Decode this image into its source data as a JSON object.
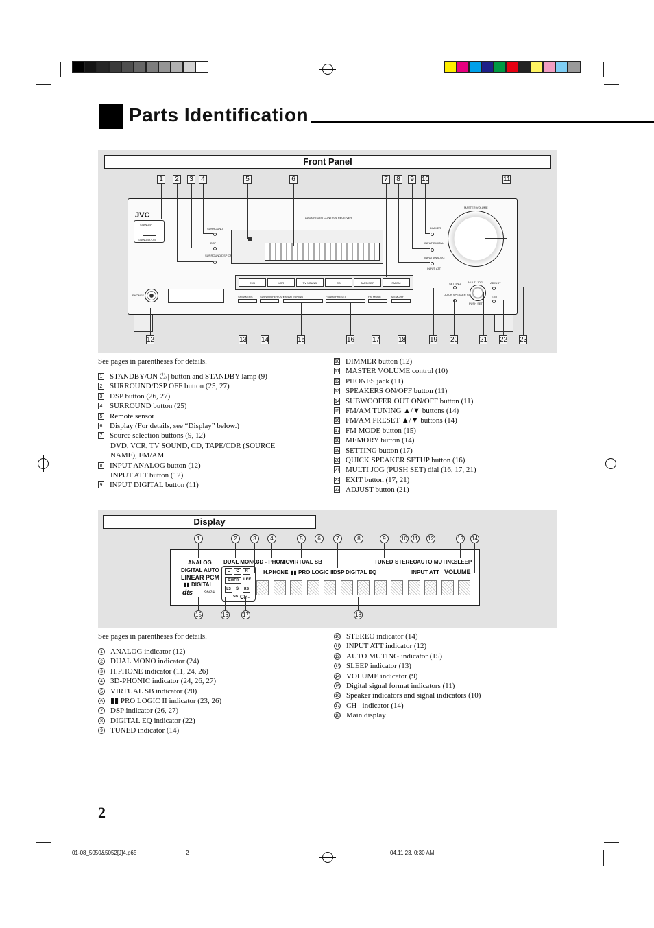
{
  "header": {
    "title": "Parts Identification",
    "page_number": "2"
  },
  "front_panel": {
    "title": "Front Panel",
    "callouts_top": [
      "1",
      "2",
      "3",
      "4",
      "5",
      "6",
      "7",
      "8",
      "9",
      "10",
      "11"
    ],
    "callouts_bottom": [
      "12",
      "13",
      "14",
      "15",
      "16",
      "17",
      "18",
      "19",
      "20",
      "21",
      "22",
      "23"
    ],
    "device": {
      "brand": "JVC",
      "model_label": "AUDIO/VIDEO  CONTROL  RECEIVER",
      "standby_label": "STANDBY",
      "standby_on_label": "STANDBY/ON",
      "buttons_left": [
        "SURROUND",
        "DSP",
        "SURROUND/DSP OFF"
      ],
      "buttons_right": [
        "DIMMER",
        "INPUT DIGITAL",
        "INPUT ANALOG",
        "INPUT ATT"
      ],
      "master_volume": "MASTER VOLUME",
      "source_buttons": [
        "DVD",
        "VCR",
        "TV SOUND",
        "CD",
        "TAPE/CDR",
        "FM/AM"
      ],
      "bottom_buttons": [
        "SPEAKERS",
        "SUBWOOFER OUT",
        "FM/AM TUNING",
        "FM/AM PRESET",
        "FM MODE",
        "MEMORY"
      ],
      "phones": "PHONES",
      "setting": "SETTING",
      "multi_jog": "MULTI JOG",
      "push_set": "PUSH SET",
      "quick_setup": "QUICK SPEAKER SETUP",
      "adjust": "ADJUST",
      "exit": "EXIT",
      "on_off": "ON/OFF"
    },
    "intro": "See pages in parentheses for details.",
    "items_left": [
      {
        "n": "1",
        "text": "STANDBY/ON ⏻/| button and STANDBY lamp (9)"
      },
      {
        "n": "2",
        "text": "SURROUND/DSP OFF button (25, 27)"
      },
      {
        "n": "3",
        "text": "DSP button (26, 27)"
      },
      {
        "n": "4",
        "text": "SURROUND button (25)"
      },
      {
        "n": "5",
        "text": "Remote sensor"
      },
      {
        "n": "6",
        "text": "Display (For details, see “Display” below.)"
      },
      {
        "n": "7",
        "text": "Source selection buttons (9, 12)"
      },
      {
        "n": "",
        "text": "DVD, VCR, TV SOUND, CD, TAPE/CDR (SOURCE"
      },
      {
        "n": "",
        "text": "NAME), FM/AM"
      },
      {
        "n": "8",
        "text": "INPUT ANALOG button (12)"
      },
      {
        "n": "",
        "text": "INPUT ATT button (12)"
      },
      {
        "n": "9",
        "text": "INPUT DIGITAL button (11)"
      }
    ],
    "items_right": [
      {
        "n": "10",
        "text": "DIMMER button (12)"
      },
      {
        "n": "11",
        "text": "MASTER VOLUME control (10)"
      },
      {
        "n": "12",
        "text": "PHONES jack (11)"
      },
      {
        "n": "13",
        "text": "SPEAKERS ON/OFF button (11)"
      },
      {
        "n": "14",
        "text": "SUBWOOFER OUT ON/OFF button (11)"
      },
      {
        "n": "15",
        "text": "FM/AM TUNING ▲/▼ buttons (14)"
      },
      {
        "n": "16",
        "text": "FM/AM PRESET ▲/▼ buttons (14)"
      },
      {
        "n": "17",
        "text": "FM MODE button (15)"
      },
      {
        "n": "18",
        "text": "MEMORY button (14)"
      },
      {
        "n": "19",
        "text": "SETTING button (17)"
      },
      {
        "n": "20",
        "text": "QUICK SPEAKER SETUP button (16)"
      },
      {
        "n": "21",
        "text": "MULTI JOG (PUSH SET) dial (16, 17, 21)"
      },
      {
        "n": "22",
        "text": "EXIT button (17, 21)"
      },
      {
        "n": "23",
        "text": "ADJUST button (21)"
      }
    ]
  },
  "display": {
    "title": "Display",
    "callouts_top": [
      "1",
      "2",
      "3",
      "4",
      "5",
      "6",
      "7",
      "8",
      "9",
      "10",
      "11",
      "12",
      "13",
      "14"
    ],
    "callouts_bottom": [
      "15",
      "16",
      "17",
      "18"
    ],
    "labels": {
      "analog": "ANALOG",
      "dual_mono": "DUAL MONO",
      "phonic": "3D - PHONIC",
      "virtual_sb": "VIRTUAL SB",
      "hphone": "H.PHONE",
      "pro_logic": "PRO LOGIC II",
      "dsp": "DSP",
      "digital_eq": "DIGITAL EQ",
      "tuned": "TUNED",
      "stereo": "STEREO",
      "auto_muting": "AUTO  MUTING",
      "sleep": "SLEEP",
      "input_att": "INPUT ATT",
      "volume": "VOLUME",
      "digital_auto": "DIGITAL AUTO",
      "linear_pcm": "LINEAR PCM",
      "dd_digital": "DIGITAL",
      "dts": "dts",
      "rate": "96/24",
      "spk_l": "L",
      "spk_c": "C",
      "spk_r": "R",
      "swfr": "S.WFR",
      "lfe": "LFE",
      "ls": "LS",
      "s": "S",
      "rs": "RS",
      "sb": "SB",
      "ch": "CH-"
    },
    "intro": "See pages in parentheses for details.",
    "items_left": [
      {
        "n": "1",
        "text": "ANALOG indicator (12)"
      },
      {
        "n": "2",
        "text": "DUAL MONO indicator (24)"
      },
      {
        "n": "3",
        "text": "H.PHONE indicator (11, 24, 26)"
      },
      {
        "n": "4",
        "text": "3D-PHONIC indicator (24, 26, 27)"
      },
      {
        "n": "5",
        "text": "VIRTUAL SB indicator (20)"
      },
      {
        "n": "6",
        "text": "▮▮ PRO LOGIC II indicator (23, 26)"
      },
      {
        "n": "7",
        "text": "DSP indicator (26, 27)"
      },
      {
        "n": "8",
        "text": "DIGITAL EQ indicator (22)"
      },
      {
        "n": "9",
        "text": "TUNED indicator (14)"
      }
    ],
    "items_right": [
      {
        "n": "10",
        "text": "STEREO indicator (14)"
      },
      {
        "n": "11",
        "text": "INPUT ATT indicator (12)"
      },
      {
        "n": "12",
        "text": "AUTO MUTING indicator (15)"
      },
      {
        "n": "13",
        "text": "SLEEP indicator (13)"
      },
      {
        "n": "14",
        "text": "VOLUME indicator (9)"
      },
      {
        "n": "15",
        "text": "Digital signal format indicators (11)"
      },
      {
        "n": "16",
        "text": "Speaker indicators and signal indicators (10)"
      },
      {
        "n": "17",
        "text": "CH– indicator (14)"
      },
      {
        "n": "18",
        "text": "Main display"
      }
    ]
  },
  "footer": {
    "file": "01-08_5050&5052[J]4.p65",
    "page": "2",
    "date": "04.11.23, 0:30 AM"
  },
  "colors": {
    "panel_bg": "#e3e3e3",
    "title_block": "#000000"
  }
}
